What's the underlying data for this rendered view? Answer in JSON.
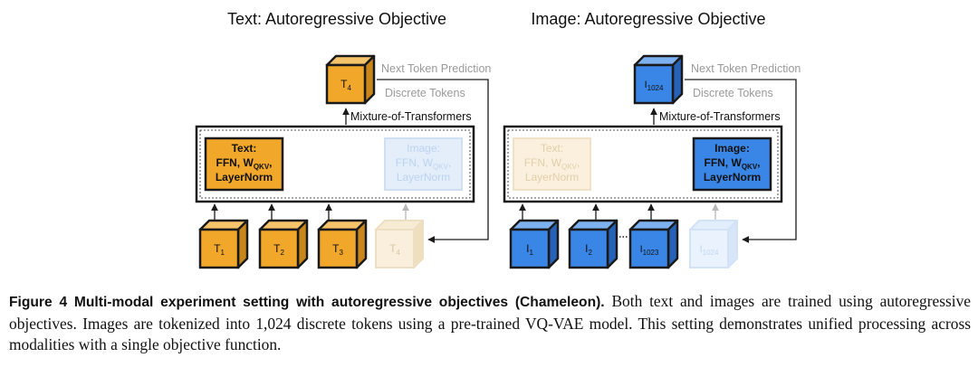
{
  "colors": {
    "text_token": "#f0a72a",
    "image_token": "#3a86e6",
    "stroke": "#1a1a1a"
  },
  "text_panel": {
    "title": "Text: Autoregressive Objective",
    "output_token": {
      "label": "T",
      "sub": "4"
    },
    "next_token_label": "Next Token Prediction",
    "discrete_label": "Discrete Tokens",
    "mot_label": "Mixture-of-Transformers",
    "active_module": {
      "title": "Text:",
      "line2_main": "FFN, W",
      "line2_sub": "QKV",
      "line2_end": ",",
      "line3": "LayerNorm"
    },
    "inactive_module": {
      "title": "Image:",
      "line2_main": "FFN, W",
      "line2_sub": "QKV",
      "line2_end": ",",
      "line3": "LayerNorm"
    },
    "inputs": [
      {
        "label": "T",
        "sub": "1"
      },
      {
        "label": "T",
        "sub": "2"
      },
      {
        "label": "T",
        "sub": "3"
      },
      {
        "label": "T",
        "sub": "4"
      }
    ]
  },
  "image_panel": {
    "title": "Image: Autoregressive Objective",
    "output_token": {
      "label": "I",
      "sub": "1024"
    },
    "next_token_label": "Next Token Prediction",
    "discrete_label": "Discrete Tokens",
    "mot_label": "Mixture-of-Transformers",
    "inactive_module": {
      "title": "Text:",
      "line2_main": "FFN, W",
      "line2_sub": "QKV",
      "line2_end": ",",
      "line3": "LayerNorm"
    },
    "active_module": {
      "title": "Image:",
      "line2_main": "FFN, W",
      "line2_sub": "QKV",
      "line2_end": ",",
      "line3": "LayerNorm"
    },
    "inputs": [
      {
        "label": "I",
        "sub": "1"
      },
      {
        "label": "I",
        "sub": "2"
      },
      {
        "label": "I",
        "sub": "1023"
      },
      {
        "label": "I",
        "sub": "1024"
      }
    ]
  },
  "caption": {
    "lead": "Figure 4  Multi-modal experiment setting with autoregressive objectives (Chameleon).",
    "body": " Both text and images are trained using autoregressive objectives. Images are tokenized into 1,024 discrete tokens using a pre-trained VQ-VAE model. This setting demonstrates unified processing across modalities with a single objective function."
  }
}
